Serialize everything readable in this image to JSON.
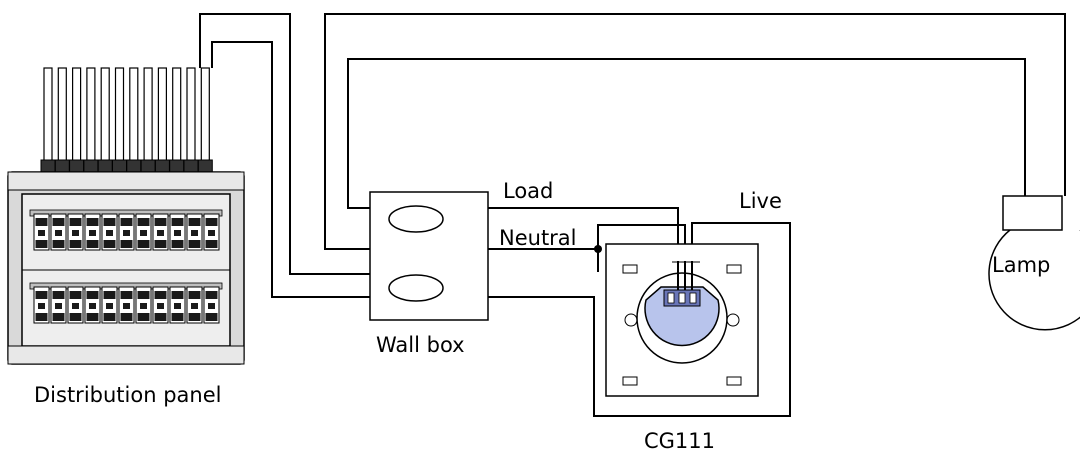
{
  "labels": {
    "distribution_panel": "Distribution panel",
    "wall_box": "Wall box",
    "load": "Load",
    "neutral": "Neutral",
    "live": "Live",
    "lamp": "Lamp",
    "device": "CG111"
  },
  "colors": {
    "line": "#000000",
    "panel_body": "#d9d9d9",
    "panel_face": "#eeeeee",
    "breaker_dark": "#1a1a1a",
    "device_plate": "#ffffff",
    "sensor_fill": "#b8c4ec",
    "terminal_fill": "#6a76b8"
  },
  "breaker_count_per_row": 11,
  "cable_count": 12
}
